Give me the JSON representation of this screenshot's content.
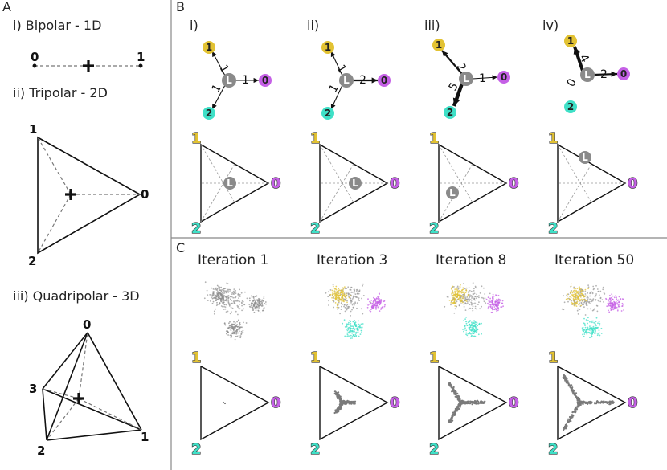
{
  "panelA": {
    "letter": "A",
    "bipolar": {
      "title": "i) Bipolar - 1D",
      "poles": [
        "0",
        "1"
      ]
    },
    "tripolar": {
      "title": "ii) Tripolar - 2D",
      "poles": [
        "1",
        "0",
        "2"
      ]
    },
    "quadripolar": {
      "title": "iii) Quadripolar - 3D",
      "poles": [
        "0",
        "3",
        "2",
        "1"
      ]
    }
  },
  "panelB": {
    "letter": "B",
    "leader_label": "L",
    "pole_labels": [
      "0",
      "1",
      "2"
    ],
    "examples": [
      {
        "roman": "i)",
        "w1": "1",
        "w2": "1",
        "w0": "1"
      },
      {
        "roman": "ii)",
        "w1": "1",
        "w2": "1",
        "w0": "2"
      },
      {
        "roman": "iii)",
        "w1": "2",
        "w2": "5",
        "w0": "1"
      },
      {
        "roman": "iv)",
        "w1": "4",
        "w2": "0",
        "w0": "2"
      }
    ]
  },
  "panelC": {
    "letter": "C",
    "iterations": [
      "Iteration 1",
      "Iteration 3",
      "Iteration 8",
      "Iteration 50"
    ],
    "pole_labels": [
      "1",
      "0",
      "2"
    ]
  },
  "colors": {
    "pole0": "#c560e6",
    "pole1": "#e2c233",
    "pole2": "#3fe0c7",
    "leader": "#8a8a8a",
    "points": "#7a7a7a",
    "panel_rule": "#888888"
  }
}
